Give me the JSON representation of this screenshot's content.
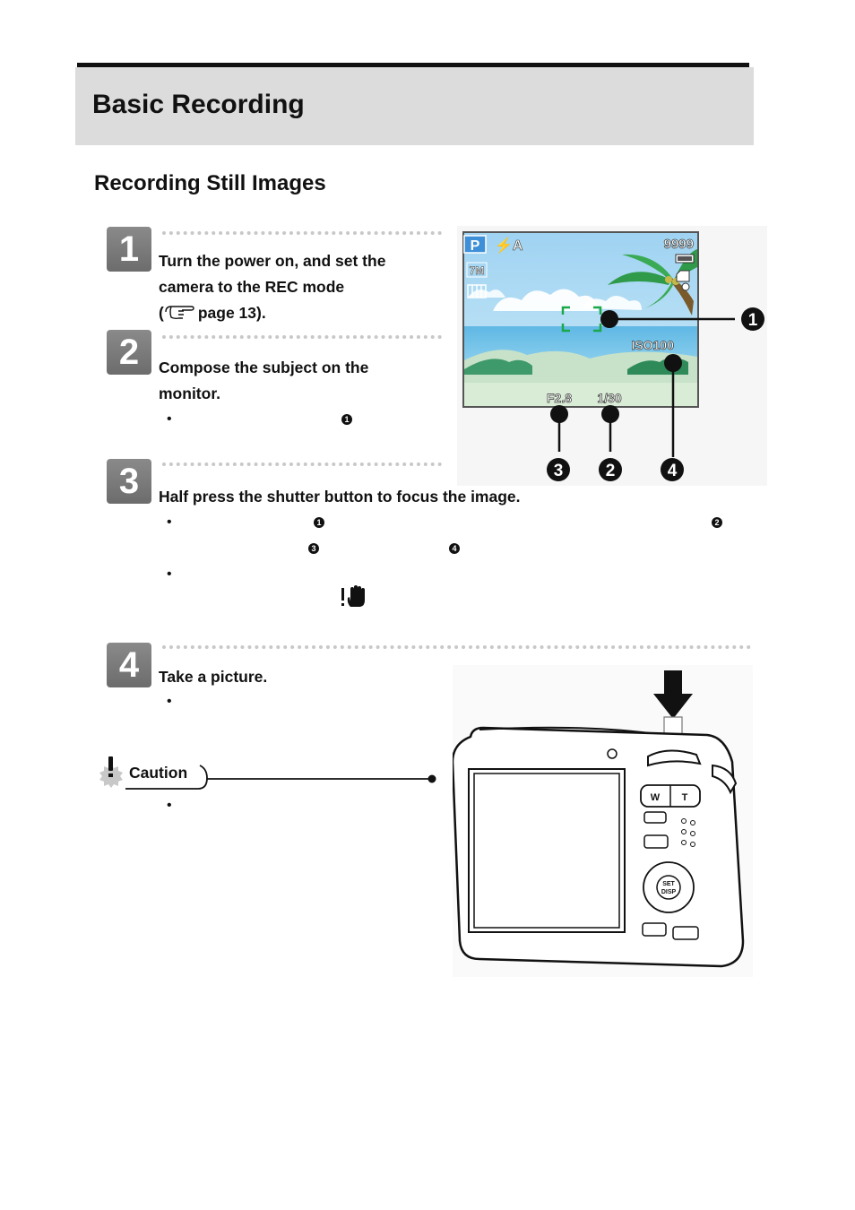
{
  "page": {
    "title": "Basic Recording",
    "section_title": "Recording Still Images"
  },
  "steps": [
    {
      "number": "1",
      "lines": [
        "Turn the power on, and set the",
        "camera to the REC mode"
      ],
      "page_ref": "page 13)."
    },
    {
      "number": "2",
      "lines": [
        "Compose the subject on the",
        "monitor."
      ]
    },
    {
      "number": "3",
      "lines": [
        "Half press the shutter button to focus the image."
      ]
    },
    {
      "number": "4",
      "lines": [
        "Take a picture."
      ]
    }
  ],
  "callout_numbers": [
    "1",
    "2",
    "3",
    "4"
  ],
  "lcd_screen": {
    "mode": "P",
    "flash": "⚡A",
    "shots_remaining": "9999",
    "resolution": "7M",
    "aperture": "F2.8",
    "shutter_speed": "1/30",
    "iso": "ISO100"
  },
  "camera_illustration": {
    "zoom_wide": "W",
    "zoom_tele": "T",
    "set_button_top": "SET",
    "set_button_bottom": "DISP"
  },
  "caution": {
    "label": "Caution"
  },
  "icons": [
    "pointing-hand-icon",
    "shake-warning-icon",
    "caution-icon",
    "down-arrow-icon"
  ]
}
